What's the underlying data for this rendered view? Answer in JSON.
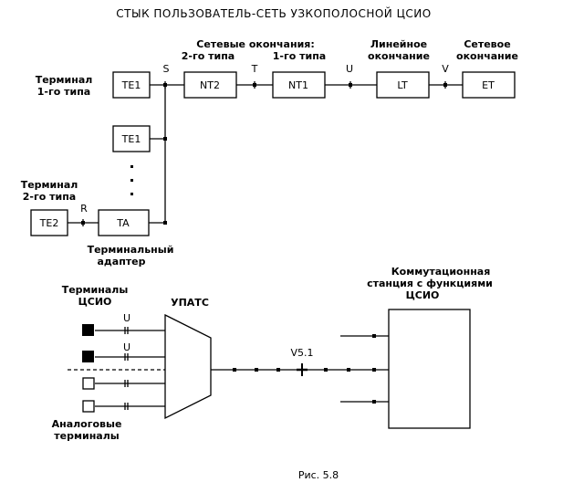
{
  "title": "СТЫК ПОЛЬЗОВАТЕЛЬ-СЕТЬ УЗКОПОЛОСНОЙ ЦСИО",
  "caption": "Рис. 5.8",
  "top": {
    "terminal1": [
      "Терминал",
      "1-го типа"
    ],
    "network_terminations": [
      "Сетевые  окончания:",
      "2-го типа",
      "1-го типа"
    ],
    "line_termination": [
      "Линейное",
      "окончание"
    ],
    "exchange_termination": [
      "Сетевое",
      "окончание"
    ],
    "terminal2": [
      "Терминал",
      "2-го типа"
    ],
    "terminal_adapter": [
      "Терминальный",
      "адаптер"
    ],
    "blocks": {
      "te1_a": "TE1",
      "te1_b": "TE1",
      "nt2": "NT2",
      "nt1": "NT1",
      "lt": "LT",
      "et": "ET",
      "te2": "TE2",
      "ta": "TA"
    },
    "ref_points": {
      "s": "S",
      "t": "T",
      "u": "U",
      "v": "V",
      "r": "R"
    }
  },
  "bottom": {
    "isdn_terminals": [
      "Терминалы",
      "ЦСИО"
    ],
    "pabx": "УПАТС",
    "u1": "U",
    "u2": "U",
    "v51": "V5.1",
    "exchange": [
      "Коммутационная",
      "станция с функциями",
      "ЦСИО"
    ],
    "analog_terminals": [
      "Аналоговые",
      "терминалы"
    ]
  }
}
